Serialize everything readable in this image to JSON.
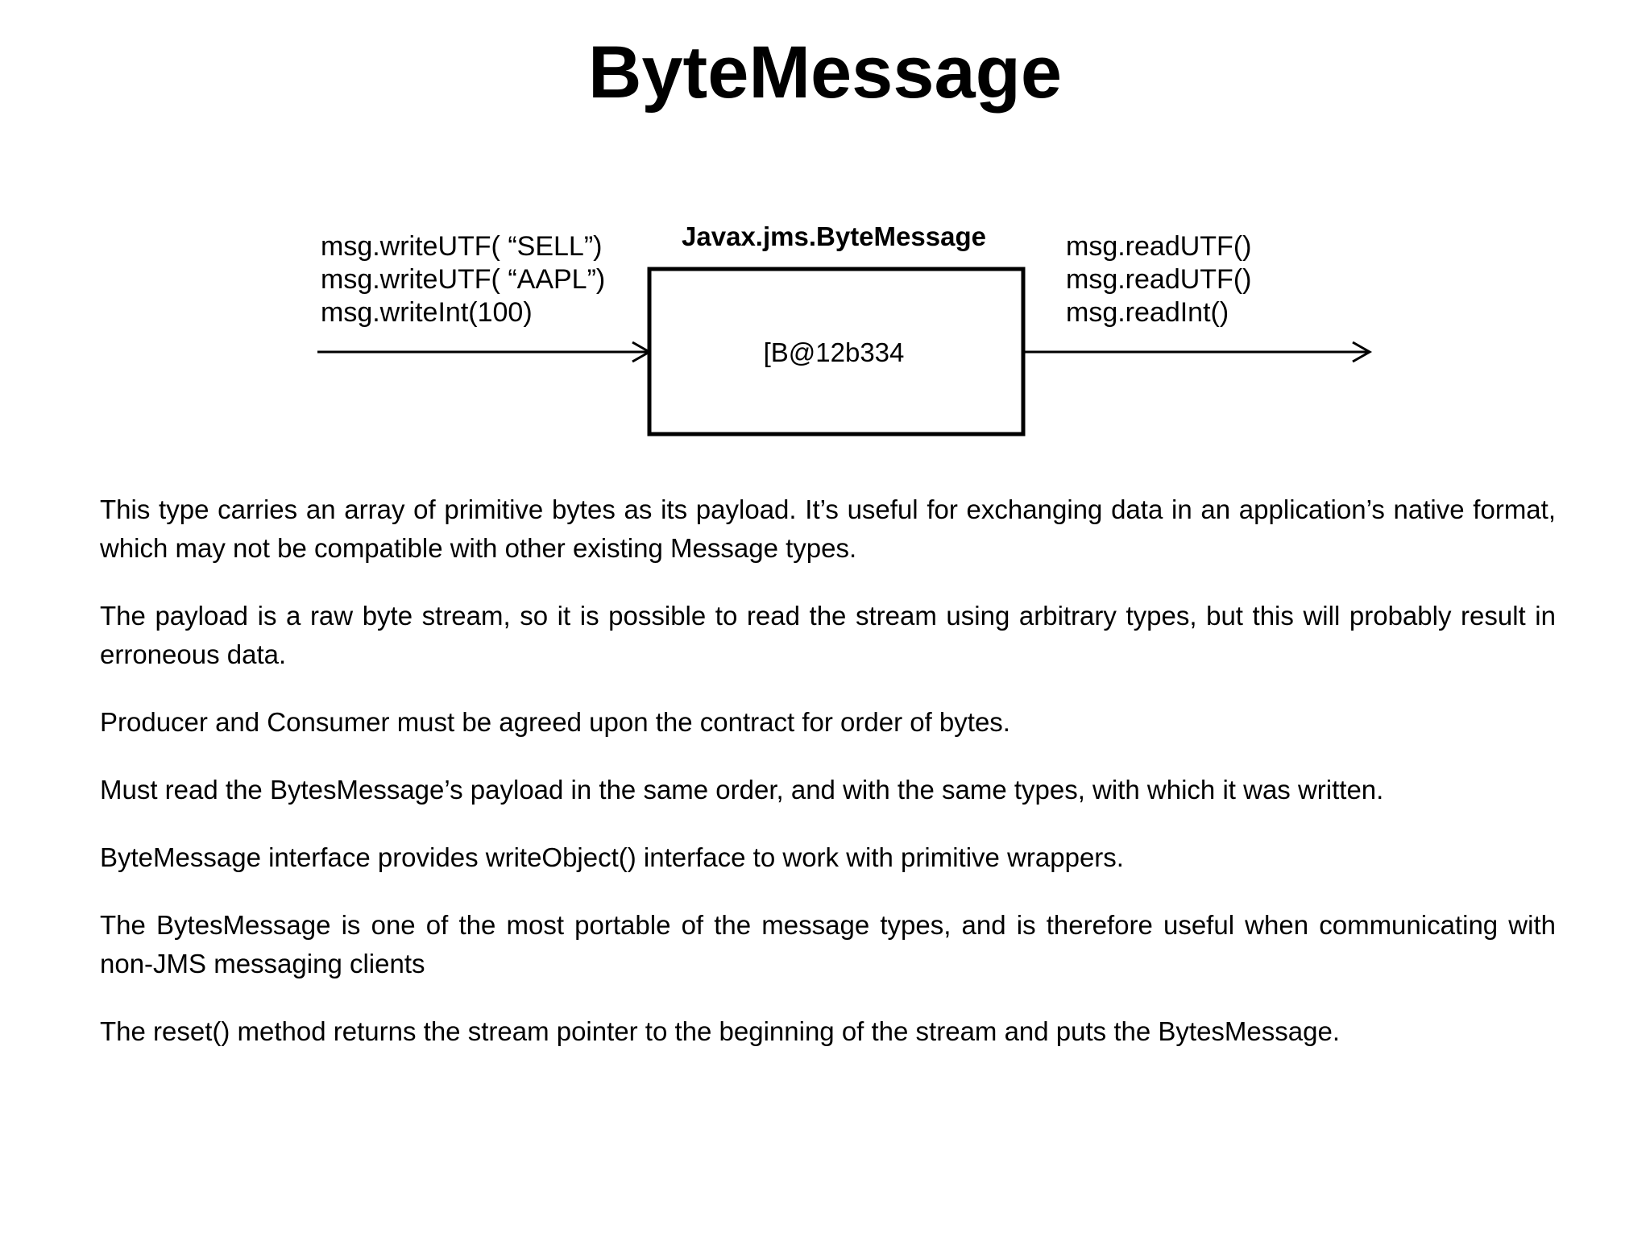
{
  "title": "ByteMessage",
  "diagram": {
    "box_label": "Javax.jms.ByteMessage",
    "box_value": "[B@12b334",
    "write_calls": [
      "msg.writeUTF( “SELL”)",
      "msg.writeUTF( “AAPL”)",
      "msg.writeInt(100)"
    ],
    "read_calls": [
      "msg.readUTF()",
      "msg.readUTF()",
      "msg.readInt()"
    ]
  },
  "paragraphs": [
    "This type carries an array of primitive bytes as its payload. It’s useful for exchanging data in an application’s native format, which may not be compatible with other existing Message types.",
    "The payload is a raw byte stream, so it is possible to read the stream using arbitrary types, but this will probably result in erroneous data.",
    "Producer and Consumer must be agreed upon the contract for order of bytes.",
    "Must read the BytesMessage’s payload in the same order, and with the same types, with which it was written.",
    "ByteMessage interface provides writeObject() interface to work with primitive wrappers.",
    "The BytesMessage is one of the most portable of the message types, and is therefore useful when communicating with non-JMS messaging clients",
    "The reset() method returns the stream pointer to the beginning of the stream and puts the BytesMessage."
  ]
}
